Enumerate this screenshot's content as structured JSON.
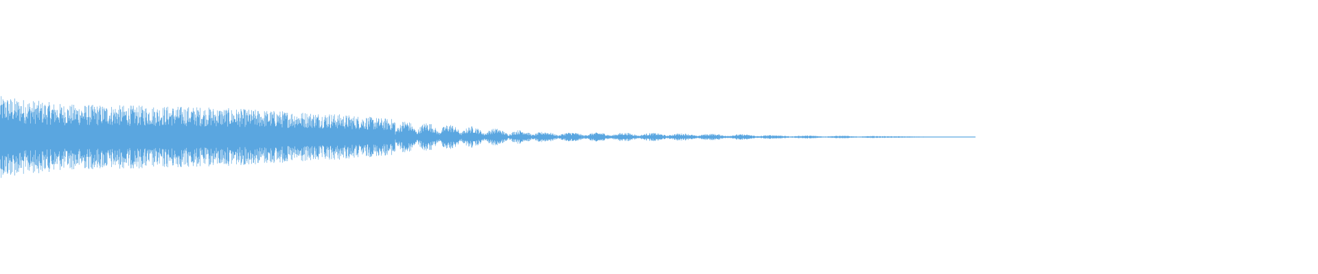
{
  "waveform": {
    "color": "#5aa6e0",
    "background": "#ffffff",
    "duration_fraction_visible": 0.74,
    "envelope": [
      {
        "t": 0.0,
        "amp": 1.0
      },
      {
        "t": 0.05,
        "amp": 0.8
      },
      {
        "t": 0.15,
        "amp": 0.74
      },
      {
        "t": 0.25,
        "amp": 0.58
      },
      {
        "t": 0.295,
        "amp": 0.45
      },
      {
        "t": 0.34,
        "amp": 0.32
      },
      {
        "t": 0.38,
        "amp": 0.2
      },
      {
        "t": 0.42,
        "amp": 0.12
      },
      {
        "t": 0.5,
        "amp": 0.1
      },
      {
        "t": 0.56,
        "amp": 0.07
      },
      {
        "t": 0.6,
        "amp": 0.04
      },
      {
        "t": 0.65,
        "amp": 0.03
      },
      {
        "t": 0.7,
        "amp": 0.01
      },
      {
        "t": 0.74,
        "amp": 0.0
      }
    ]
  }
}
